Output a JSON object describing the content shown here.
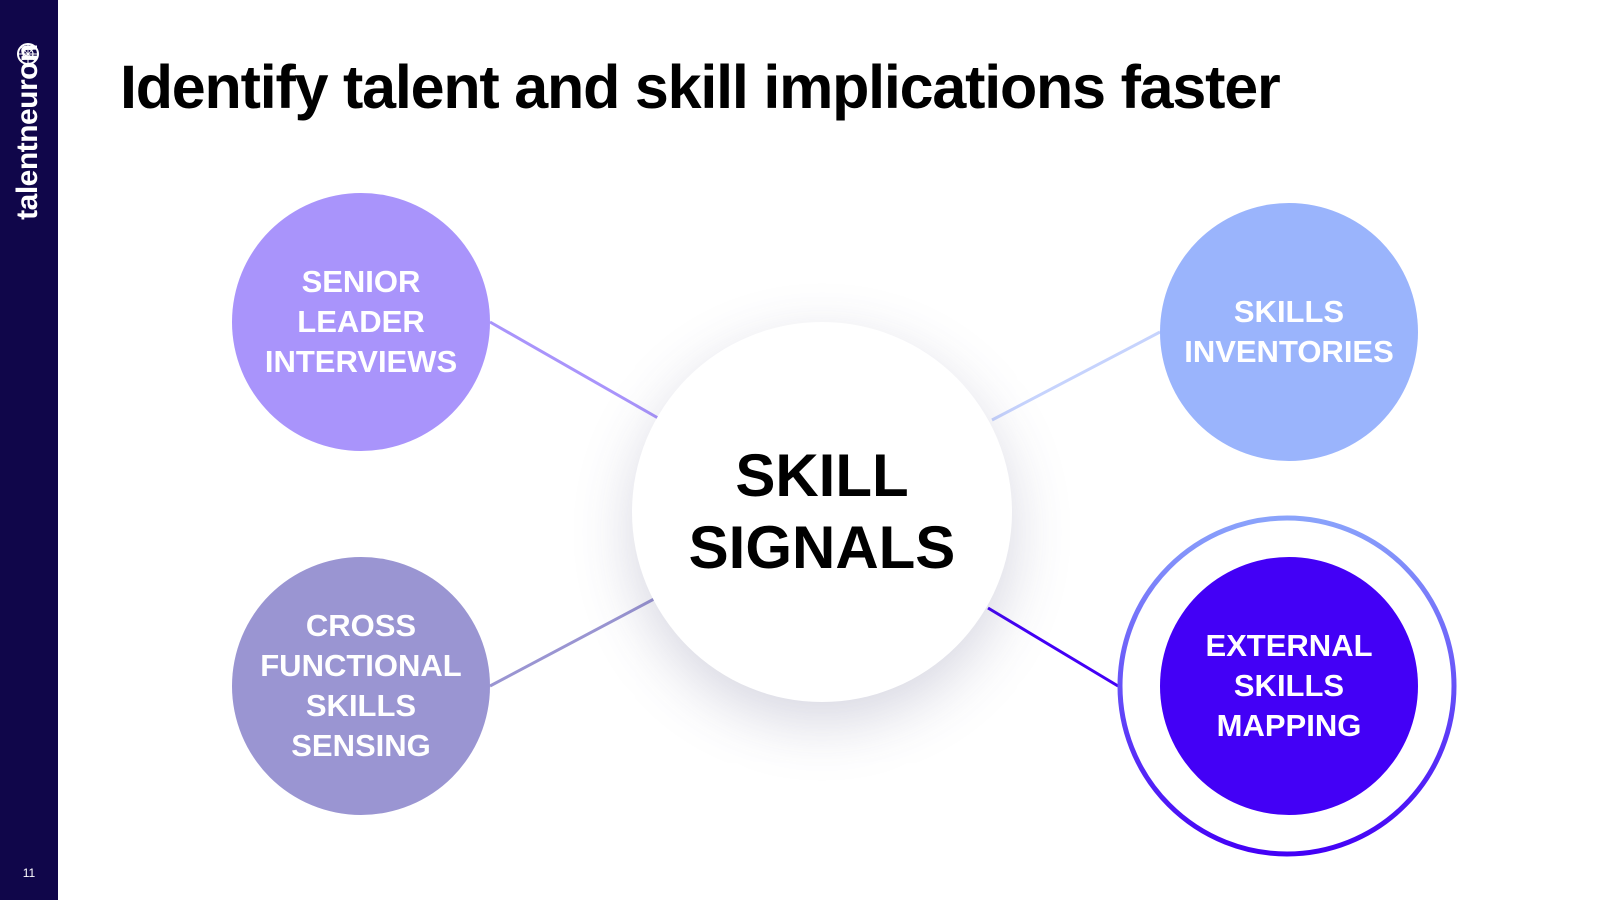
{
  "brand": {
    "logo_text": "talentneuron",
    "logo_mark_icon": "neuron-globe-icon",
    "sidebar_color": "#10064a"
  },
  "page": {
    "number": "11"
  },
  "title": "Identify talent and skill implications faster",
  "diagram": {
    "center": {
      "label": "SKILL\nSIGNALS"
    },
    "nodes": [
      {
        "id": "senior-leader-interviews",
        "label": "SENIOR\nLEADER\nINTERVIEWS",
        "color": "#a994fb"
      },
      {
        "id": "skills-inventories",
        "label": "SKILLS\nINVENTORIES",
        "color": "#9ab4fc"
      },
      {
        "id": "cross-functional-skills-sensing",
        "label": "CROSS\nFUNCTIONAL\nSKILLS\nSENSING",
        "color": "#9a95d2"
      },
      {
        "id": "external-skills-mapping",
        "label": "EXTERNAL\nSKILLS\nMAPPING",
        "color": "#4300f6",
        "highlighted": true
      }
    ],
    "highlight_ring_colors": [
      "#4300f6",
      "#8aa3fb"
    ]
  }
}
